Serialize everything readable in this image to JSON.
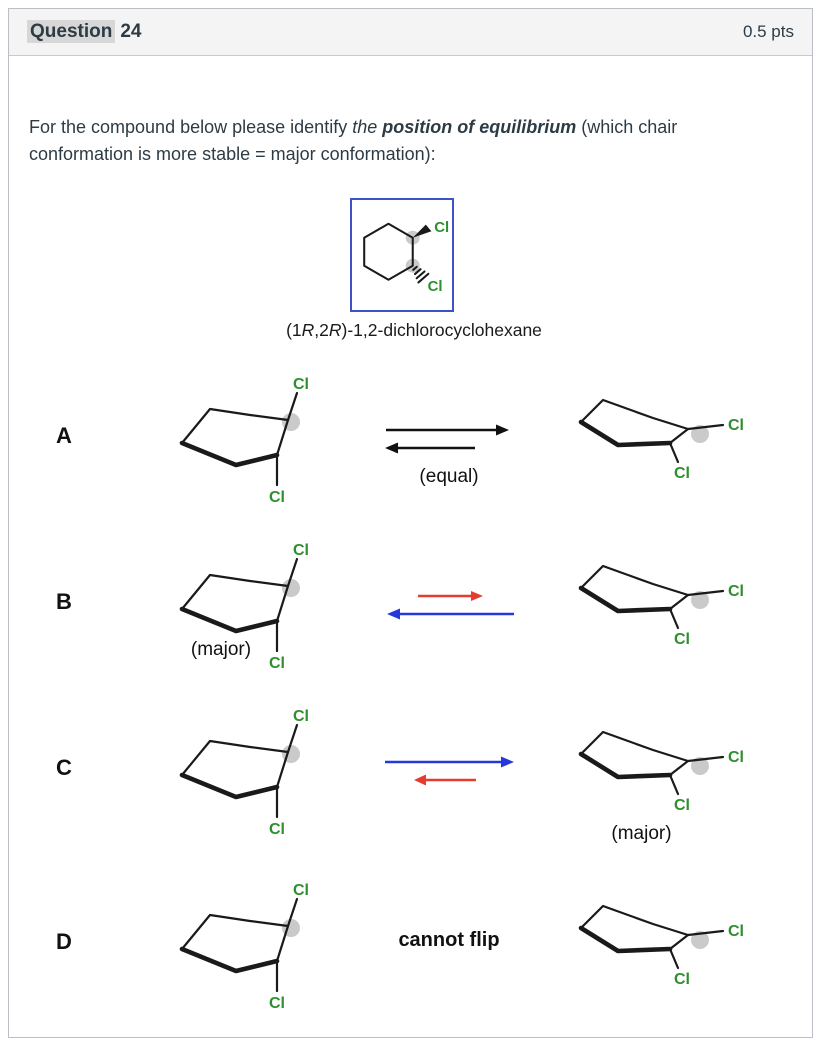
{
  "header": {
    "question_word": "Question",
    "question_number": "24",
    "points": "0.5 pts"
  },
  "question": {
    "p1": "For the compound below please identify ",
    "p2": "the ",
    "p3": "position of equilibrium",
    "p4": " (which chair conformation is more stable = major conformation):"
  },
  "compound": {
    "n1": "(1",
    "r1": "R",
    "n2": ",2",
    "r2": "R",
    "n3": ")-1,2-dichlorocyclohexane"
  },
  "labels": {
    "cl": "Cl",
    "equal": "(equal)",
    "major": "(major)",
    "cannot_flip": "cannot flip"
  },
  "options": [
    {
      "letter": "A",
      "equilibrium": "equal arrows both directions",
      "note": "(equal)"
    },
    {
      "letter": "B",
      "equilibrium": "short red forward arrow, long blue reverse arrow",
      "note": "(major) on left structure"
    },
    {
      "letter": "C",
      "equilibrium": "long blue forward arrow, short red reverse arrow",
      "note": "(major) on right structure"
    },
    {
      "letter": "D",
      "equilibrium": "no arrows",
      "note": "cannot flip"
    }
  ],
  "colors": {
    "cl_green": "#2e8f2e",
    "arrow_red": "#e63c2f",
    "arrow_blue": "#2438dd",
    "box_border": "#3d52c4",
    "highlight": "#d7d7d7",
    "dot_gray": "#c4c4c4"
  }
}
